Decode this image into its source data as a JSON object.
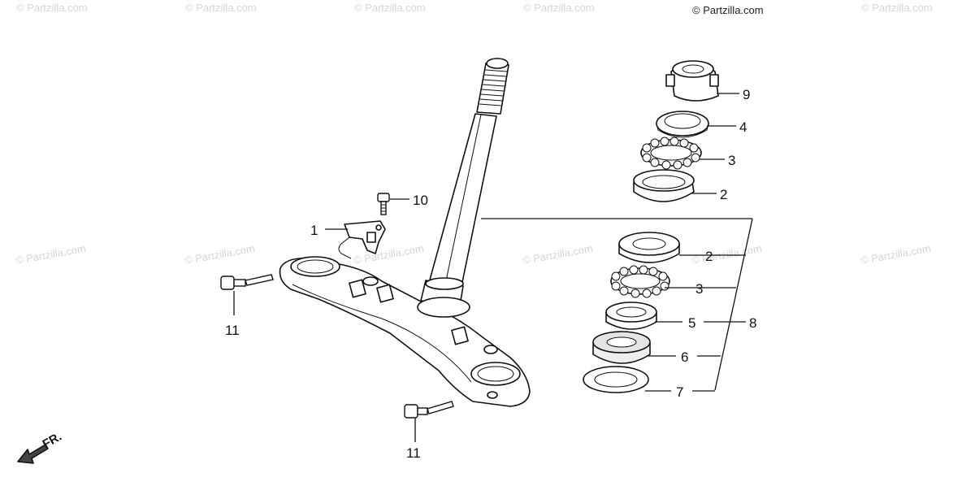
{
  "watermark": {
    "text": "© Partzilla.com",
    "header_text": "© Partzilla.com"
  },
  "direction_label": "FR.",
  "callouts": {
    "c1": "1",
    "c2a": "2",
    "c2b": "2",
    "c3a": "3",
    "c3b": "3",
    "c4": "4",
    "c5": "5",
    "c6": "6",
    "c7": "7",
    "c8": "8",
    "c9": "9",
    "c10": "10",
    "c11a": "11",
    "c11b": "11"
  }
}
